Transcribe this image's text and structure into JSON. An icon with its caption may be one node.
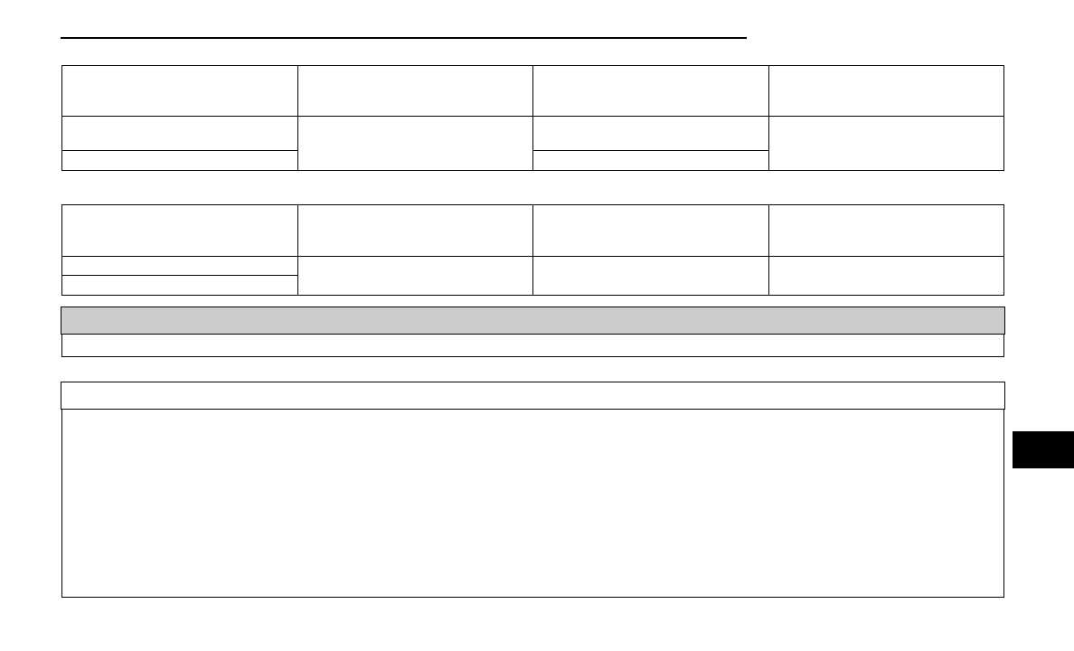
{
  "diagram": {
    "nodes": [
      {
        "text": [],
        "shape": "box"
      },
      {
        "text": [],
        "shape": "box"
      },
      {
        "text": [],
        "shape": "box"
      },
      {
        "text": [],
        "shape": "box"
      },
      {
        "text": [],
        "shape": "box"
      },
      {
        "text": [],
        "shape": "box"
      },
      {
        "text": [],
        "shape": "box"
      },
      {
        "text": [],
        "shape": "box"
      },
      {
        "text": [],
        "shape": "box"
      },
      {
        "text": [],
        "shape": "box"
      },
      {
        "text": [],
        "shape": "box"
      },
      {
        "text": [],
        "shape": "box"
      },
      {
        "text": [],
        "shape": "box"
      },
      {
        "text": [],
        "shape": "box"
      },
      {
        "text": [],
        "shape": "box"
      },
      {
        "text": [],
        "shape": "box"
      },
      {
        "text": [],
        "shape": "box"
      },
      {
        "text": [],
        "shape": "box"
      },
      {
        "text": [],
        "shape": "box"
      },
      {
        "text": [],
        "shape": "bar"
      },
      {
        "text": [],
        "shape": "box"
      },
      {
        "text": [],
        "shape": "box"
      },
      {
        "text": [],
        "shape": "box"
      },
      {
        "text": [],
        "shape": "bar"
      }
    ]
  }
}
